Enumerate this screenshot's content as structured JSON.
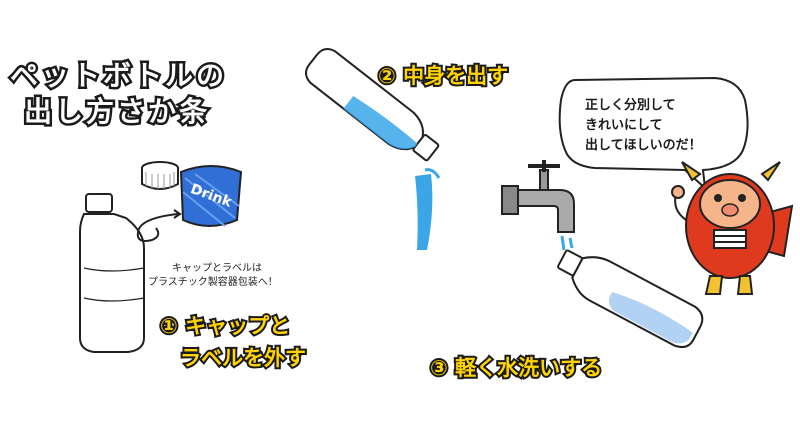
{
  "title": {
    "line1": "ペットボトルの",
    "line2": "出し方さか条"
  },
  "steps": [
    {
      "line1": "① キャップと",
      "line2": "ラベルを外す"
    },
    {
      "line1": "② 中身を出す"
    },
    {
      "line1": "③ 軽く水洗いする"
    }
  ],
  "cap_label_note": {
    "line1": "キャップとラベルは",
    "line2": "プラスチック製容器包装へ！"
  },
  "label_logo_text": "Drink",
  "speech_bubble": {
    "line1": "正しく分別して",
    "line2": "きれいにして",
    "line3": "出してほしいのだ！"
  },
  "colors": {
    "step_text": "#ffd400",
    "water": "#3aa6e8",
    "label_blue": "#2f6fd6",
    "mascot_red": "#e03a1e",
    "mascot_yellow": "#f2c230"
  }
}
